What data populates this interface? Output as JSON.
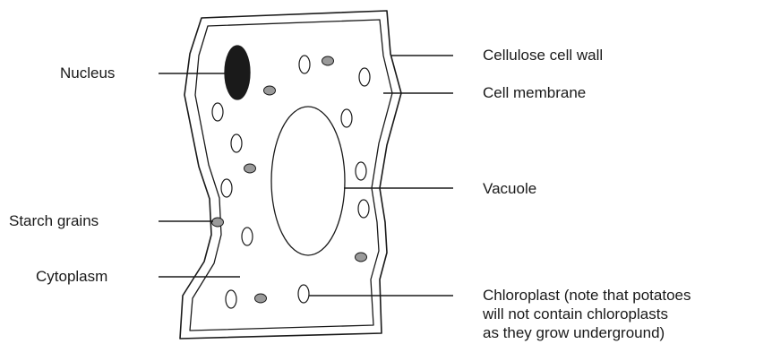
{
  "labels": {
    "nucleus": "Nucleus",
    "starch_grains": "Starch grains",
    "cytoplasm": "Cytoplasm",
    "cell_wall": "Cellulose cell wall",
    "cell_membrane": "Cell membrane",
    "vacuole": "Vacuole",
    "chloroplast": {
      "line1": "Chloroplast (note that potatoes",
      "line2": "will not contain chloroplasts",
      "line3": "as they grow underground)"
    }
  },
  "colors": {
    "outline": "#1a1a1a",
    "nucleus_fill": "#1a1a1a",
    "starch_fill": "#9a9a9a",
    "background": "#ffffff"
  }
}
